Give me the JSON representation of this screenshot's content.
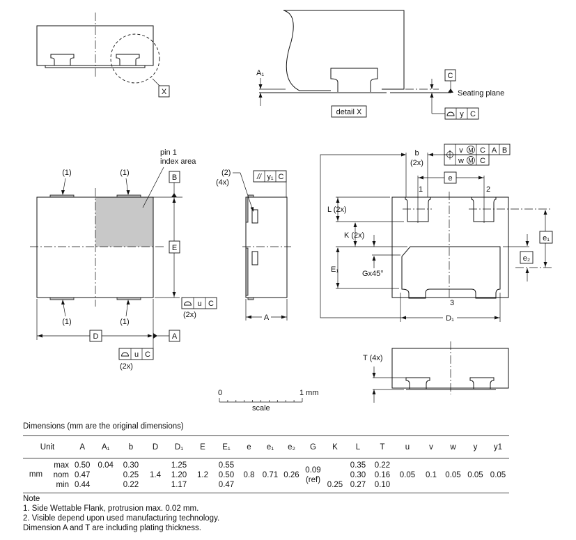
{
  "drawing": {
    "detail_marker": "X",
    "detail_label": "detail X",
    "seating_plane": "Seating plane",
    "A1": "A₁",
    "datum_a": "A",
    "datum_b": "B",
    "datum_c": "C",
    "fcf_y": {
      "tol": "y",
      "datum": "C"
    },
    "pin1_line1": "pin 1",
    "pin1_line2": "index area",
    "note1": "(1)",
    "note2": "(2)",
    "note2_count": "(4x)",
    "E": "E",
    "D": "D",
    "A": "A",
    "fcf_u": {
      "tol": "u",
      "datum": "C",
      "count": "(2x)"
    },
    "fcf_y1": {
      "symbol": "//",
      "tol": "y₁",
      "datum": "C"
    },
    "b": "b",
    "b_count": "(2x)",
    "fcf_pos": {
      "row1": {
        "tol": "v",
        "mod": "M",
        "d1": "C",
        "d2": "A",
        "d3": "B"
      },
      "row2": {
        "tol": "w",
        "mod": "M",
        "d1": "C"
      }
    },
    "e": "e",
    "e1": "e₁",
    "e2": "e₂",
    "L": "L (2x)",
    "K": "K (2x)",
    "E1": "E₁",
    "G": "Gx45°",
    "D1": "D₁",
    "pin_1": "1",
    "pin_2": "2",
    "pin_3": "3",
    "T": "T (4x)",
    "scale_0": "0",
    "scale_1": "1 mm",
    "scale_label": "scale"
  },
  "dimensions": {
    "title": "Dimensions (mm are the original dimensions)",
    "unit_header": "Unit",
    "unit": "mm",
    "qualifiers": [
      "max",
      "nom",
      "min"
    ],
    "columns": [
      {
        "header": "A",
        "values": [
          "0.50",
          "0.47",
          "0.44"
        ]
      },
      {
        "header": "A₁",
        "values": [
          "0.04",
          "",
          ""
        ]
      },
      {
        "header": "b",
        "values": [
          "0.30",
          "0.25",
          "0.22"
        ]
      },
      {
        "header": "D",
        "values": [
          "",
          "1.4",
          ""
        ]
      },
      {
        "header": "D₁",
        "values": [
          "1.25",
          "1.20",
          "1.17"
        ]
      },
      {
        "header": "E",
        "values": [
          "",
          "1.2",
          ""
        ]
      },
      {
        "header": "E₁",
        "values": [
          "0.55",
          "0.50",
          "0.47"
        ]
      },
      {
        "header": "e",
        "values": [
          "",
          "0.8",
          ""
        ]
      },
      {
        "header": "e₁",
        "values": [
          "",
          "0.71",
          ""
        ]
      },
      {
        "header": "e₂",
        "values": [
          "",
          "0.26",
          ""
        ]
      },
      {
        "header": "G",
        "values": [
          "0.09",
          "(ref)"
        ],
        "offset": true
      },
      {
        "header": "K",
        "values": [
          "",
          "",
          "0.25"
        ]
      },
      {
        "header": "L",
        "values": [
          "0.35",
          "0.30",
          "0.27"
        ]
      },
      {
        "header": "T",
        "values": [
          "0.22",
          "0.16",
          "0.10"
        ]
      },
      {
        "header": "u",
        "values": [
          "",
          "0.05",
          ""
        ]
      },
      {
        "header": "v",
        "values": [
          "",
          "0.1",
          ""
        ]
      },
      {
        "header": "w",
        "values": [
          "",
          "0.05",
          ""
        ]
      },
      {
        "header": "y",
        "values": [
          "",
          "0.05",
          ""
        ]
      },
      {
        "header": "y1",
        "values": [
          "",
          "0.05",
          ""
        ]
      }
    ]
  },
  "notes": {
    "title": "Note",
    "items": [
      "1. Side Wettable Flank, protrusion max. 0.02 mm.",
      "2. Visible depend upon used manufacturing technology.",
      "Dimension A and T are including plating thickness."
    ]
  }
}
